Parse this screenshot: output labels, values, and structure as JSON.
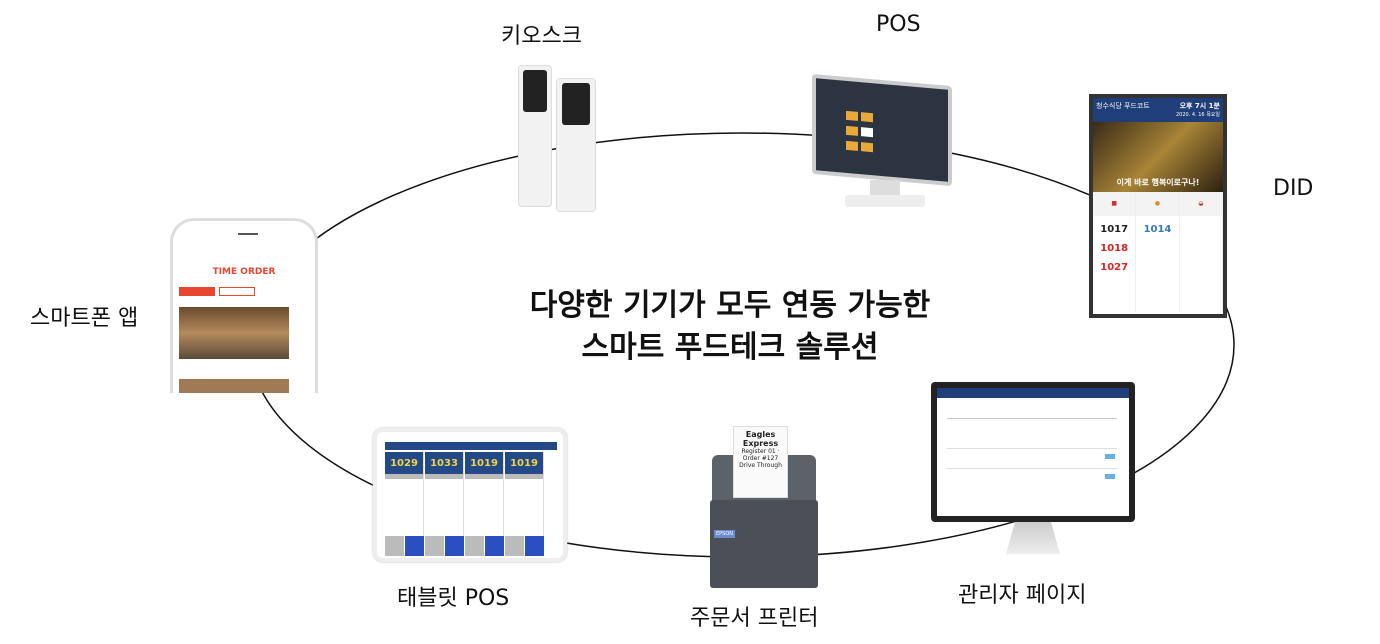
{
  "title_line1": "다양한 기기가 모두 연동 가능한",
  "title_line2": "스마트 푸드테크 솔루션",
  "devices": {
    "kiosk": "키오스크",
    "pos": "POS",
    "did": "DID",
    "smartphone": "스마트폰 앱",
    "tablet_pos": "태블릿 POS",
    "printer": "주문서 프린터",
    "admin": "관리자 페이지"
  },
  "did_screen": {
    "brand": "청수식당 푸드코트",
    "time": "오후 7시 1분",
    "date": "2020. 4. 16 목요일",
    "caption": "이게 바로 행복이로구나!",
    "columns": [
      {
        "numbers": [
          "1017",
          "1018",
          "1027"
        ]
      },
      {
        "numbers": [
          "1014"
        ]
      },
      {
        "numbers": []
      }
    ]
  },
  "phone_screen": {
    "app_title": "TIME ORDER"
  },
  "tablet_screen": {
    "orders": [
      "1029",
      "1033",
      "1019",
      "1019"
    ]
  },
  "receipt": {
    "store": "Eagles Express",
    "line": "Register 01 · Order #127",
    "sub": "Drive Through",
    "brand": "EPSON"
  },
  "colors": {
    "accent_orange": "#e8462e",
    "did_blue": "#1f3e7a",
    "tablet_blue": "#234a86"
  }
}
